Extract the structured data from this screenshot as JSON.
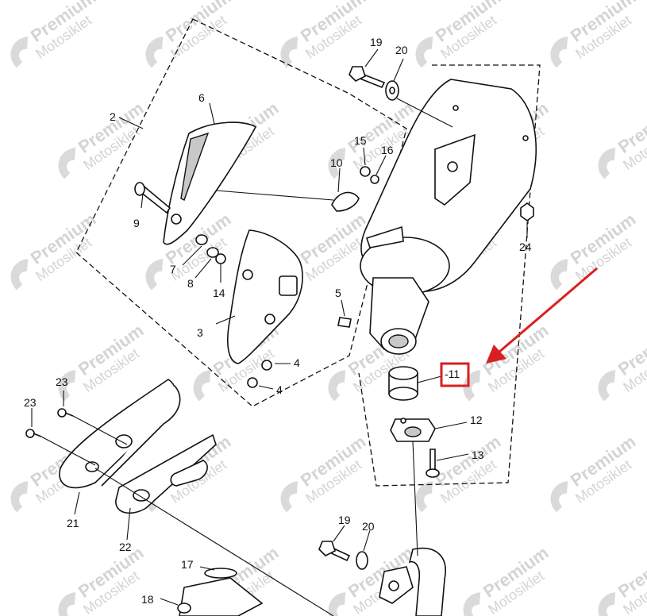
{
  "watermark": {
    "line1": "Premium",
    "line2": "Motosiklet"
  },
  "labels": [
    {
      "id": "2",
      "text": "2"
    },
    {
      "id": "3",
      "text": "3"
    },
    {
      "id": "4a",
      "text": "4"
    },
    {
      "id": "4b",
      "text": "4"
    },
    {
      "id": "5",
      "text": "5"
    },
    {
      "id": "6",
      "text": "6"
    },
    {
      "id": "7",
      "text": "7"
    },
    {
      "id": "8",
      "text": "8"
    },
    {
      "id": "9",
      "text": "9"
    },
    {
      "id": "10",
      "text": "10"
    },
    {
      "id": "11",
      "text": "-11"
    },
    {
      "id": "12",
      "text": "12"
    },
    {
      "id": "13",
      "text": "13"
    },
    {
      "id": "14",
      "text": "14"
    },
    {
      "id": "15",
      "text": "15"
    },
    {
      "id": "16",
      "text": "16"
    },
    {
      "id": "17",
      "text": "17"
    },
    {
      "id": "18",
      "text": "18"
    },
    {
      "id": "19a",
      "text": "19"
    },
    {
      "id": "19b",
      "text": "19"
    },
    {
      "id": "20a",
      "text": "20"
    },
    {
      "id": "20b",
      "text": "20"
    },
    {
      "id": "21",
      "text": "21"
    },
    {
      "id": "22",
      "text": "22"
    },
    {
      "id": "23a",
      "text": "23"
    },
    {
      "id": "23b",
      "text": "23"
    },
    {
      "id": "24",
      "text": "24"
    }
  ],
  "highlight": {
    "part": "-11",
    "color": "#d92020"
  },
  "colors": {
    "ink": "#111111",
    "watermark": "#d4d4d4",
    "arrow": "#d92020"
  }
}
